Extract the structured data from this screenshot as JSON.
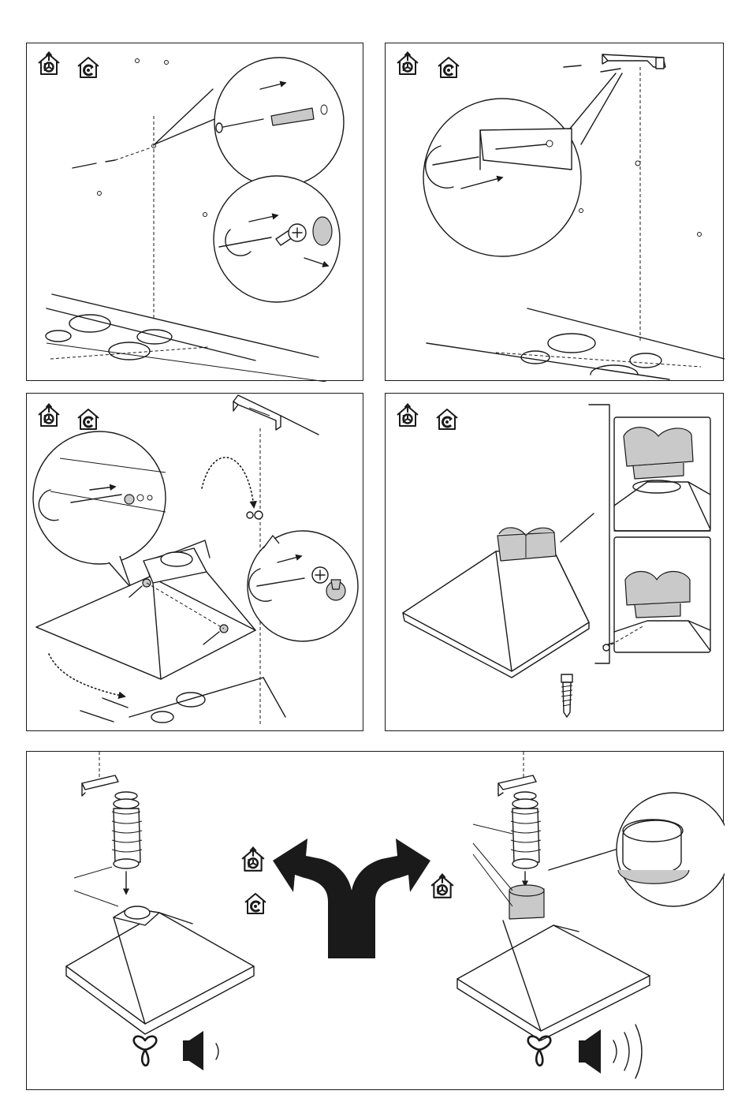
{
  "document": {
    "type": "installation-instructions-pictograms",
    "text_content": []
  },
  "icons": {
    "exhaust_mode": "house-with-upward-arrow-and-fan-icon",
    "recirculation_mode": "house-with-circular-arrow-icon",
    "fan_speed": "fan-propeller-icon",
    "noise_low": "speaker-low-volume-icon",
    "noise_high": "speaker-high-volume-icon",
    "choice": "branching-arrow-icon"
  },
  "steps": [
    {
      "id": 1,
      "content": "wall-drilling-and-dowels",
      "modes": [
        "exhaust",
        "recirculation"
      ]
    },
    {
      "id": 2,
      "content": "bracket-mounting",
      "modes": [
        "exhaust",
        "recirculation"
      ]
    },
    {
      "id": 3,
      "content": "hood-hanging",
      "modes": [
        "exhaust",
        "recirculation"
      ]
    },
    {
      "id": 4,
      "content": "duct-adapter-fitting",
      "modes": [
        "exhaust",
        "recirculation"
      ]
    },
    {
      "id": 5,
      "content": "duct-option-comparison",
      "modes": [
        "exhaust",
        "recirculation"
      ]
    }
  ],
  "colors": {
    "line": "#1a1a1a",
    "fill_grey": "#c9c9c9",
    "background": "#ffffff"
  }
}
